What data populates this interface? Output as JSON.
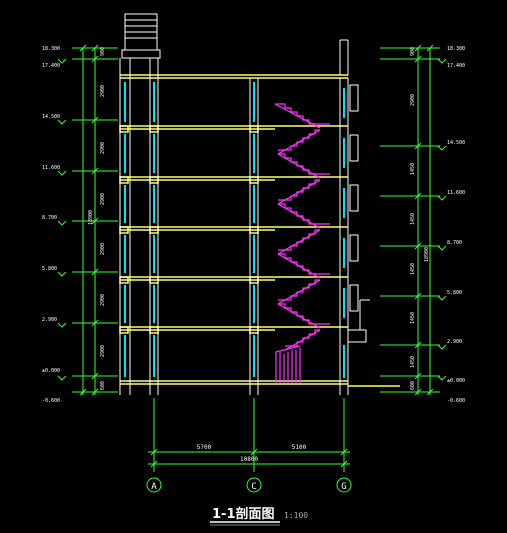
{
  "drawing": {
    "title": "1-1剖面图",
    "scale": "1:100",
    "left_levels": [
      "18.300",
      "17.400",
      "14.500",
      "11.600",
      "8.700",
      "5.800",
      "2.900",
      "±0.000",
      "-0.600"
    ],
    "left_dims": [
      "900",
      "2900",
      "2900",
      "2900",
      "2900",
      "2900",
      "2900",
      "600"
    ],
    "left_total": "18900",
    "right_levels": [
      "18.300",
      "17.400",
      "14.500",
      "11.600",
      "8.700",
      "5.800",
      "2.900",
      "±0.000",
      "-0.600"
    ],
    "right_dims": [
      "900",
      "2900",
      "1450",
      "1450",
      "1450",
      "1450",
      "1450",
      "600"
    ],
    "right_total": "18900",
    "bottom_dims": [
      "5700",
      "5100"
    ],
    "bottom_total": "10800",
    "axes": [
      "A",
      "C",
      "G"
    ]
  },
  "colors": {
    "background": "#000000",
    "wall": "#ffffff",
    "slab": "#ffff66",
    "glass": "#00e5ff",
    "stair": "#ff33ff",
    "dimension": "#33ff33"
  }
}
